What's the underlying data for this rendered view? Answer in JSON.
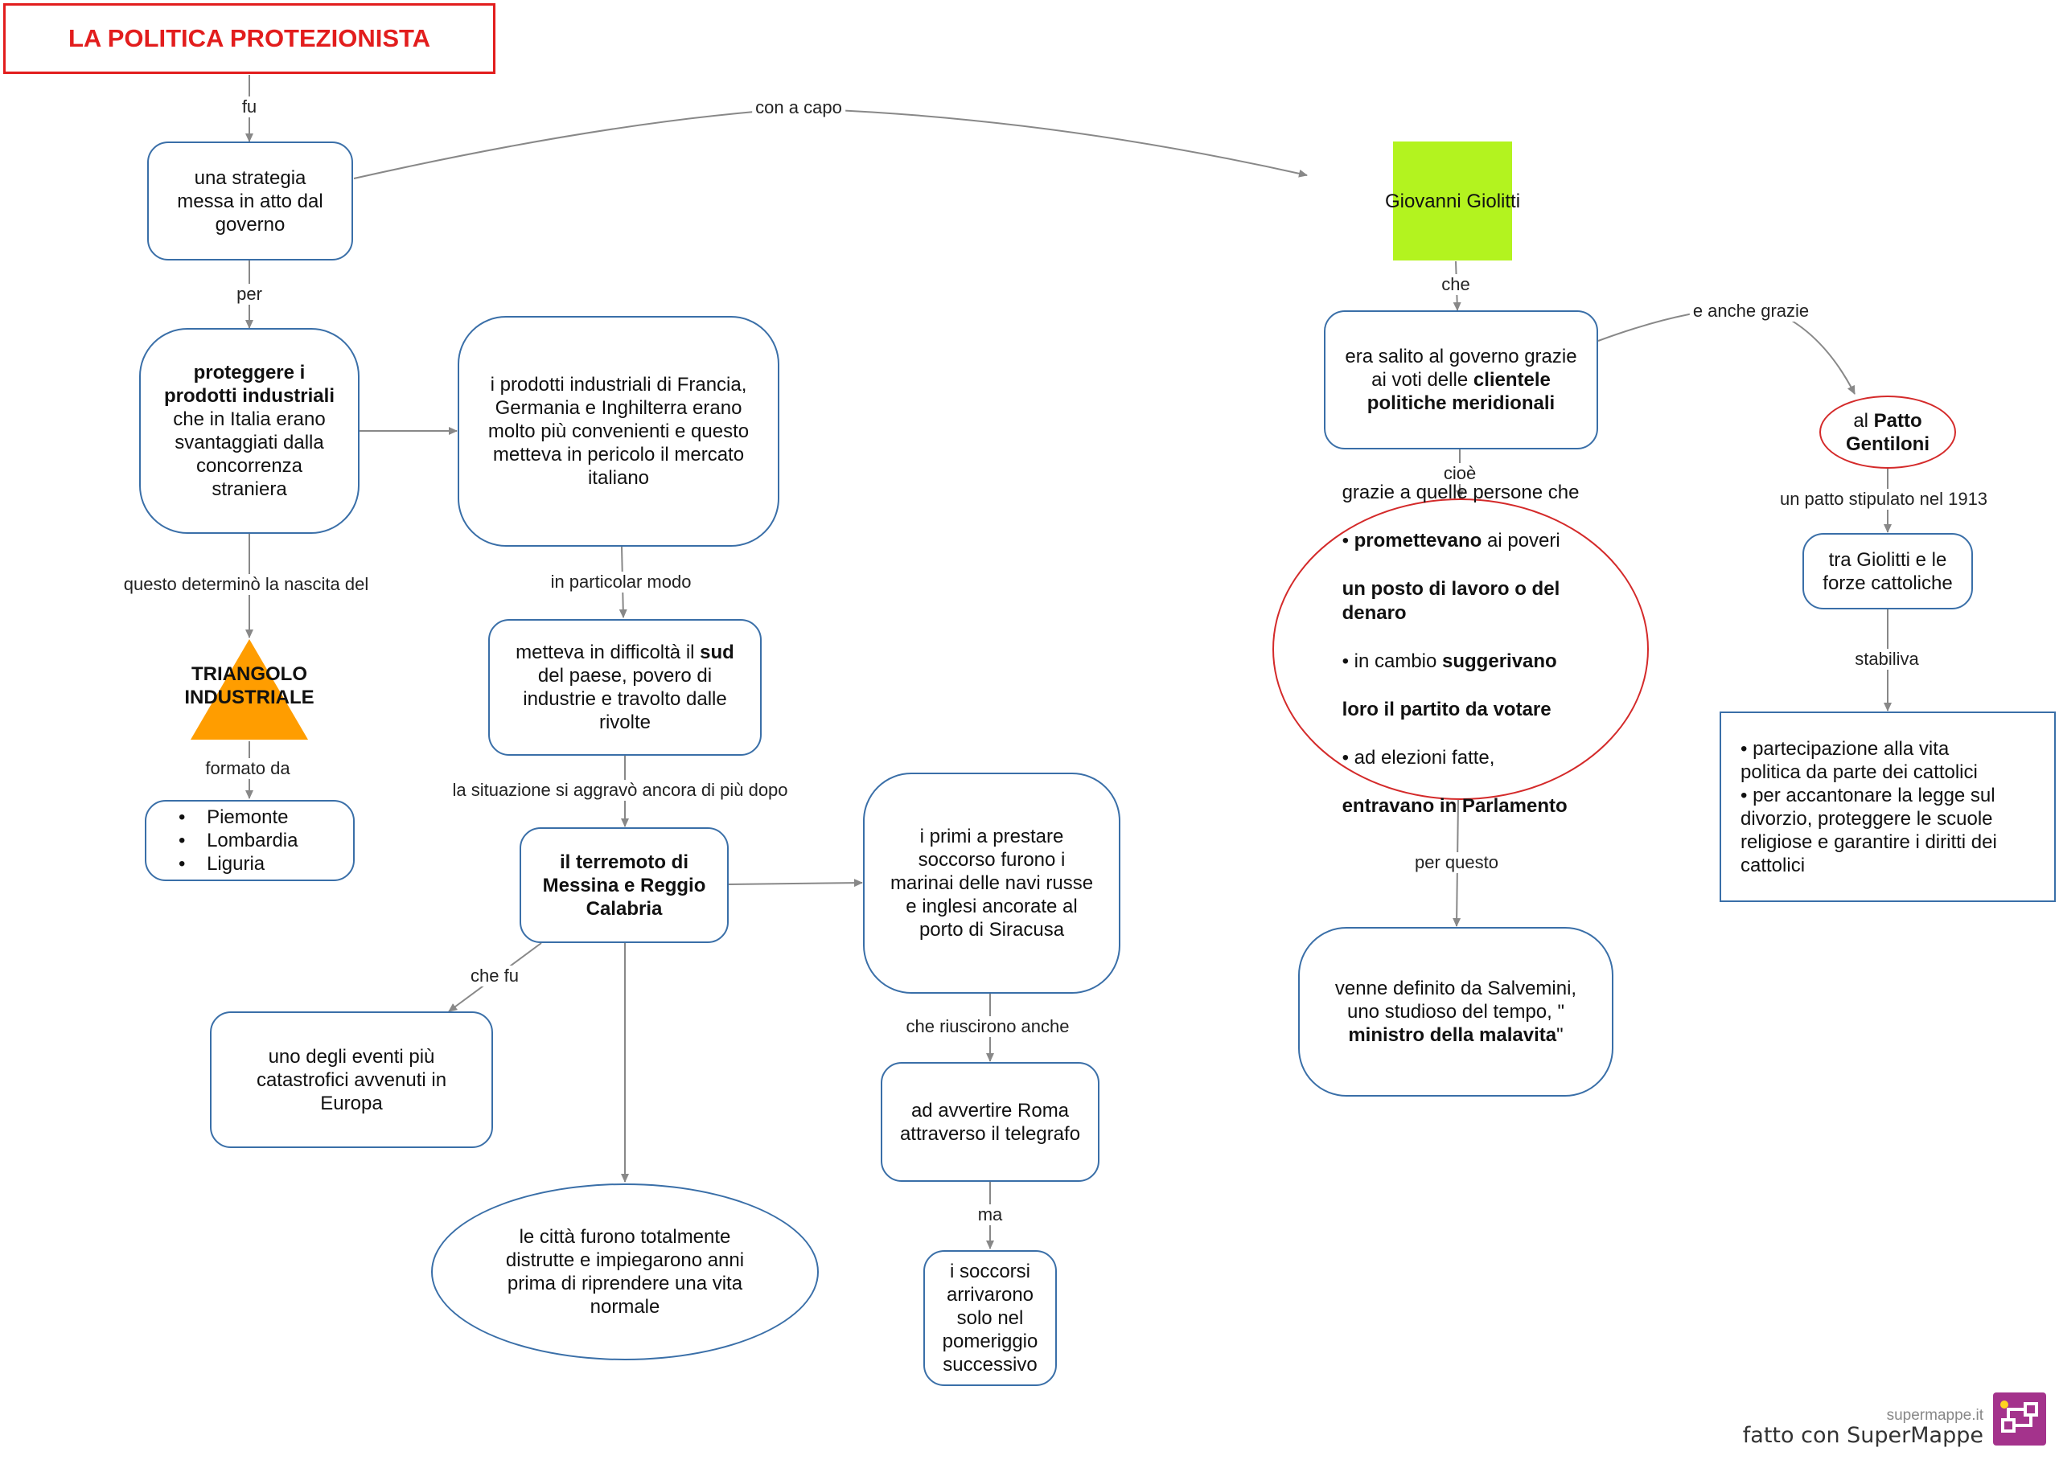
{
  "title": "LA POLITICA PROTEZIONISTA",
  "nodes": {
    "strategia": "una strategia\nmessa in atto dal\ngoverno",
    "proteggere_bold": "proteggere i\nprodotti industriali",
    "proteggere_rest": "che in Italia erano\nsvantaggiati dalla\nconcorrenza\nstraniera",
    "prodotti_francia": "i prodotti industriali di Francia,\nGermania e Inghilterra erano\nmolto più convenienti e questo\nmetteva in pericolo il mercato\nitaliano",
    "triangolo": "TRIANGOLO\nINDUSTRIALE",
    "regioni": [
      "Piemonte",
      "Lombardia",
      "Liguria"
    ],
    "sud_pre": "metteva in difficoltà il ",
    "sud_bold": "sud",
    "sud_post": "\ndel paese, povero di\nindustrie e travolto dalle\nrivolte",
    "terremoto": "il terremoto di\nMessina e Reggio\nCalabria",
    "soccorso": "i primi a prestare\nsoccorso furono i\nmarinai delle navi russe\ne inglesi ancorate al\nporto di Siracusa",
    "catastrofici": "uno degli eventi più\ncatastrofici avvenuti in\nEuropa",
    "citta": "le città furono totalmente\ndistrutte e impiegarono anni\nprima di riprendere una vita\nnormale",
    "roma": "ad avvertire Roma\nattraverso il telegrafo",
    "pomeriggio": "i soccorsi\narrivarono\nsolo nel\npomeriggio\nsuccessivo",
    "giolitti": "Giovanni Giolitti",
    "salito_pre": "era salito al governo grazie\nai voti delle ",
    "salito_bold1": "clientele",
    "salito_bold2": "politiche meridionali",
    "grazie": {
      "line1": "grazie a quelle persone che",
      "b1_pre": "•   ",
      "b1_bold": "promettevano",
      "b1_post": " ai poveri",
      "b1_bold2": "un posto di lavoro o del\ndenaro",
      "b2_pre": "•   in cambio ",
      "b2_bold": "suggerivano",
      "b2_bold2": "loro il partito da votare",
      "b3_pre": "•   ad elezioni fatte,",
      "b3_bold": "entravano in Parlamento"
    },
    "salvemini_pre": "venne definito da Salvemini,\nuno studioso del tempo, \"",
    "salvemini_bold": "ministro della malavita",
    "salvemini_post": "\"",
    "patto_pre": "al ",
    "patto_bold": "Patto\nGentiloni",
    "forze": "tra Giolitti e le\nforze cattoliche",
    "partecipazione": "•   partecipazione alla vita\npolitica da parte dei cattolici\n•   per accantonare la legge sul\ndivorzio, proteggere le scuole\nreligiose e garantire i diritti dei\ncattolici"
  },
  "labels": {
    "fu": "fu",
    "con_a_capo": "con a capo",
    "per": "per",
    "determino": "questo determinò la nascita del",
    "formato_da": "formato da",
    "particolar_modo": "in particolar modo",
    "situazione": "la situazione si aggravò ancora di più dopo",
    "che_fu": "che fu",
    "riuscirono": "che riuscirono anche",
    "ma": "ma",
    "che": "che",
    "anche_grazie": "e anche grazie",
    "cioe": "cioè",
    "per_questo": "per questo",
    "patto_1913": "un patto stipulato nel 1913",
    "stabiliva": "stabiliva"
  },
  "footer": {
    "site": "supermappe.it",
    "made_with": "fatto con SuperMappe"
  },
  "colors": {
    "node_border": "#3a6fa8",
    "title_red": "#e21d1d",
    "ellipse_red": "#d42a2a",
    "giolitti_green": "#b3f31f",
    "triangle_orange": "#ff9d00",
    "logo_purple": "#a4338c"
  }
}
